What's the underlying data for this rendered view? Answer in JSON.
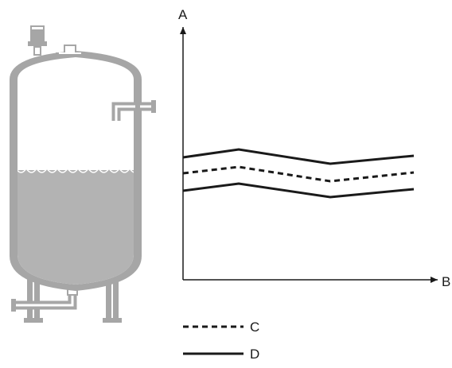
{
  "figure": {
    "axis_y_label": "A",
    "axis_x_label": "B",
    "legend": [
      {
        "label": "C",
        "line_style": "dashed"
      },
      {
        "label": "D",
        "line_style": "solid"
      }
    ]
  },
  "colors": {
    "ink": "#1a1a1a",
    "tank_outline": "#a6a6a6",
    "tank_inner": "#ffffff",
    "liquid": "#b3b3b3"
  }
}
